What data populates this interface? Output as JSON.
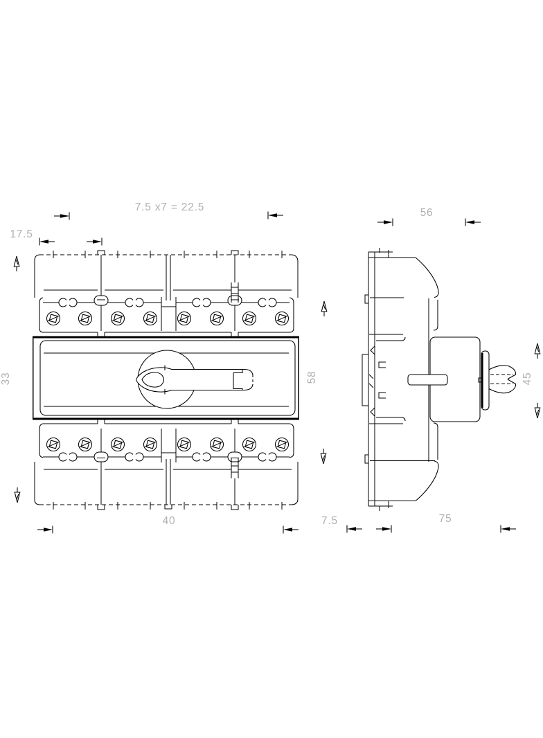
{
  "drawing_labels": {
    "top_pitch": "7.5 x7 = 22.5",
    "top_left_offset": "17.5",
    "front_height": "33",
    "front_width": "40",
    "mid_height": "58",
    "side_body_depth": "56",
    "side_rail_offset": "7.5",
    "side_total_depth": "75",
    "handle_width": "45"
  }
}
